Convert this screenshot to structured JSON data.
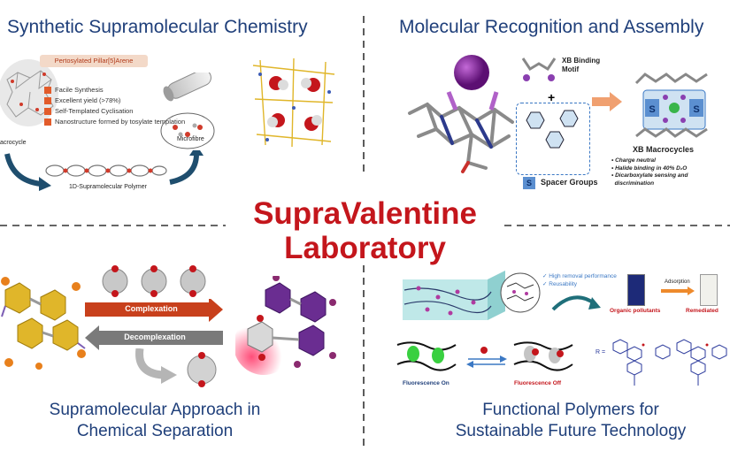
{
  "title": {
    "line1": "SupraValentine",
    "line2": "Laboratory"
  },
  "quadrants": {
    "top_left": {
      "title": "Synthetic Supramolecular Chemistry",
      "banner": "Pertosylated Pillar[5]Arene",
      "features": [
        "Facile Synthesis",
        "Excellent yield (>78%)",
        "Self-Templated Cyclisation",
        "Nanostructure formed by tosylate templation"
      ],
      "label_macrocycle": "acrocycle",
      "label_microfibre": "Microfibre",
      "label_polymer": "1D-Supramolecular Polymer"
    },
    "top_right": {
      "title": "Molecular Recognition and Assembly",
      "motif_label_1": "XB Binding",
      "motif_label_2": "Motif",
      "plus": "+",
      "spacer_label": "Spacer Groups",
      "s_letter": "S",
      "macrocycles_label": "XB Macrocycles",
      "bullets": [
        "Charge neutral",
        "Halide binding in 40% D₂O",
        "Dicarboxylate sensing and",
        "discrimination"
      ]
    },
    "bottom_left": {
      "title_line1": "Supramolecular Approach in",
      "title_line2": "Chemical Separation",
      "complexation": "Complexation",
      "decomplexation": "Decomplexation"
    },
    "bottom_right": {
      "title_line1": "Functional Polymers for",
      "title_line2": "Sustainable Future Technology",
      "notes": [
        "✓ High removal performance",
        "✓ Reusability"
      ],
      "adsorption": "Adsorption",
      "organic_pollutants": "Organic pollutants",
      "remediated": "Remediated",
      "fluor_on": "Fluorescence On",
      "fluor_off": "Fluorescence Off"
    }
  },
  "colors": {
    "title_blue": "#1f3f7a",
    "title_red": "#c4161c",
    "arrow_red": "#c8401c",
    "arrow_gray": "#7a7a7a",
    "purple": "#6a2d91",
    "gold": "#e0b62a",
    "teal": "#1f6f7a"
  }
}
